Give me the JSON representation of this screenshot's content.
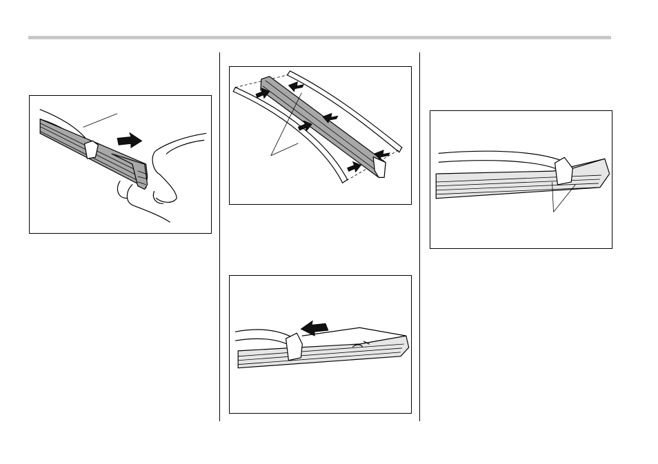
{
  "page": {
    "figures": [
      {
        "id": "fig-1",
        "description_icon": "wiper-blade-removal-icon"
      },
      {
        "id": "fig-2",
        "description_icon": "wiper-rubber-and-stays-icon"
      },
      {
        "id": "fig-3",
        "description_icon": "wiper-blade-insertion-icon"
      },
      {
        "id": "fig-4",
        "description_icon": "wiper-blade-stopper-icon"
      }
    ]
  },
  "colors": {
    "rule": "#c8c8c8",
    "line": "#000000",
    "blade_fill": "#a8a8a8",
    "arrow": "#111111"
  }
}
